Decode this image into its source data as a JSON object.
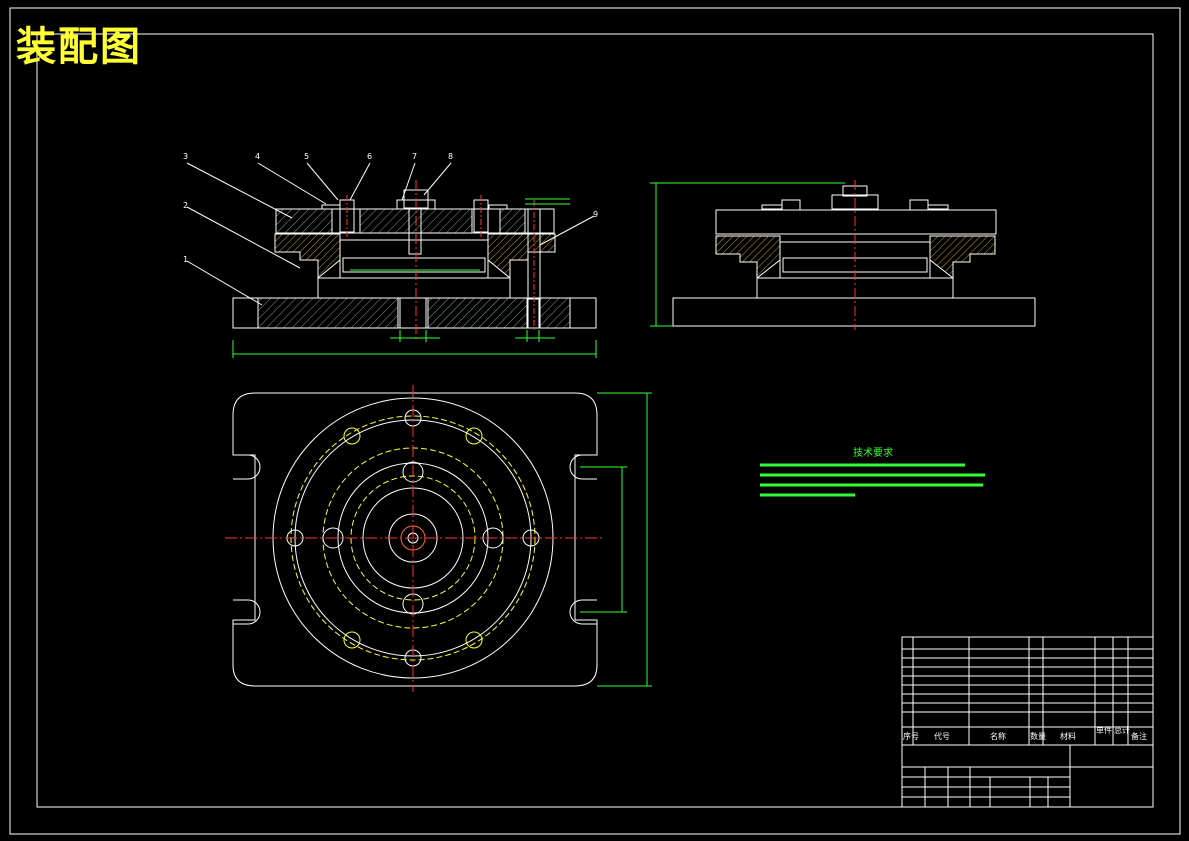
{
  "title": "装配图",
  "tech_requirements": {
    "heading": "技术要求"
  },
  "balloons": [
    "1",
    "2",
    "3",
    "4",
    "5",
    "6",
    "7",
    "8",
    "9"
  ],
  "title_block": {
    "header": [
      "序号",
      "代号",
      "名称",
      "数量",
      "材料",
      "单件",
      "总计",
      "备注"
    ]
  },
  "colors": {
    "background": "#000000",
    "frame": "#ffffff",
    "outline": "#ffffff",
    "centerline": "#ff3333",
    "dimension": "#33ff33",
    "hidden": "#ffff33",
    "leader": "#ffffff",
    "hatch": "#9fb4a8"
  }
}
